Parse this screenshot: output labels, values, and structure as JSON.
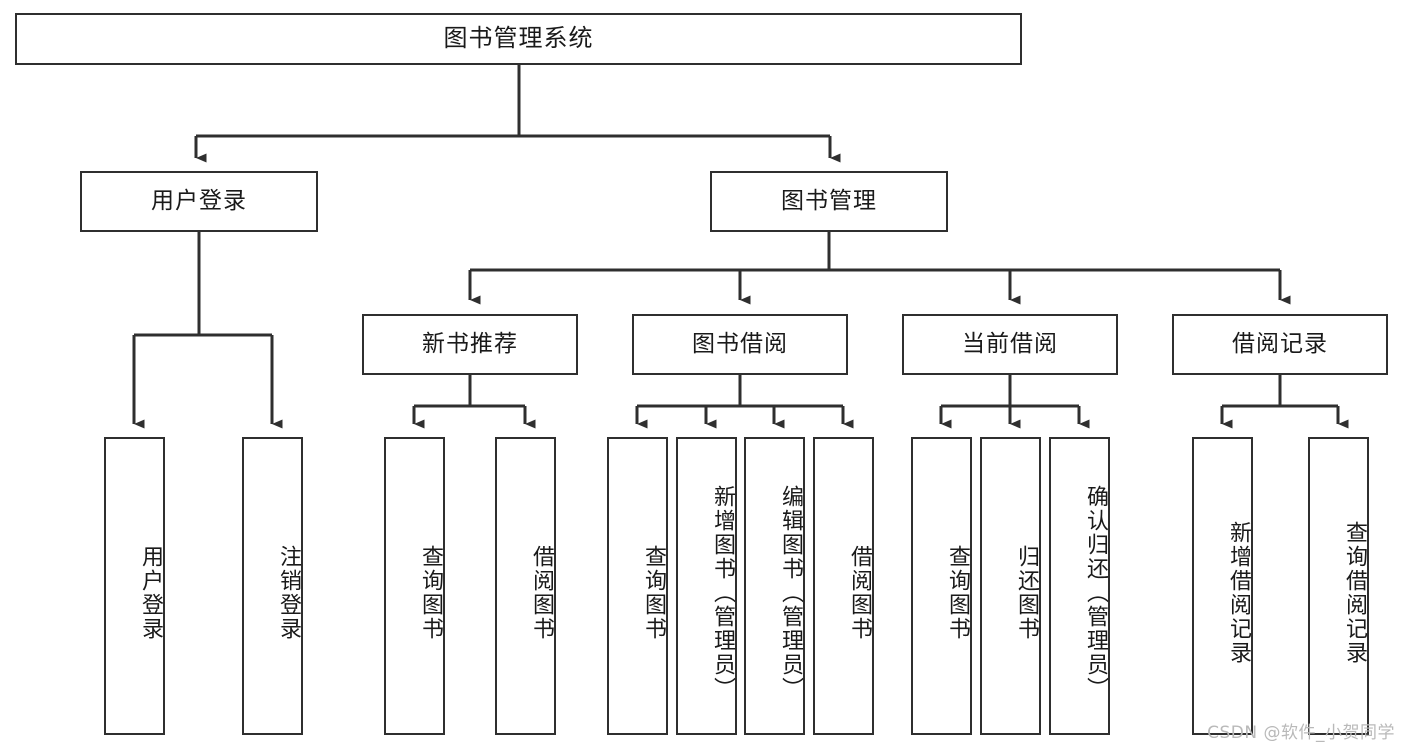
{
  "diagram": {
    "title": "图书管理系统",
    "watermark": "CSDN @软件_小贺同学",
    "line_color": "#2f2f2f",
    "box_fill": "#ffffff",
    "text_color": "#1a1a1a",
    "watermark_color": "#b9b9b9"
  },
  "nodes": {
    "root": {
      "label": "图书管理系统"
    },
    "level2": {
      "user_login": {
        "label": "用户登录"
      },
      "book_manage": {
        "label": "图书管理"
      }
    },
    "level3": {
      "new_book_rec": {
        "label": "新书推荐"
      },
      "book_borrow": {
        "label": "图书借阅"
      },
      "current_borrow": {
        "label": "当前借阅"
      },
      "borrow_record": {
        "label": "借阅记录"
      }
    },
    "leaves": {
      "user_login_1": {
        "label": "用户登录"
      },
      "user_login_2": {
        "label": "注销登录"
      },
      "new_book_1": {
        "label": "查询图书"
      },
      "new_book_2": {
        "label": "借阅图书"
      },
      "borrow_1": {
        "label": "查询图书"
      },
      "borrow_2": {
        "label": "新增图书（管理员）"
      },
      "borrow_3": {
        "label": "编辑图书（管理员）"
      },
      "borrow_4": {
        "label": "借阅图书"
      },
      "current_1": {
        "label": "查询图书"
      },
      "current_2": {
        "label": "归还图书"
      },
      "current_3": {
        "label": "确认归还（管理员）"
      },
      "record_1": {
        "label": "新增借阅记录"
      },
      "record_2": {
        "label": "查询借阅记录"
      }
    }
  },
  "chart_data": {
    "type": "tree-diagram",
    "title": "图书管理系统",
    "orientation": "top-down",
    "levels": 4,
    "tree": {
      "name": "图书管理系统",
      "children": [
        {
          "name": "用户登录",
          "children": [
            {
              "name": "用户登录",
              "children": []
            },
            {
              "name": "注销登录",
              "children": []
            }
          ]
        },
        {
          "name": "图书管理",
          "children": [
            {
              "name": "新书推荐",
              "children": [
                {
                  "name": "查询图书",
                  "children": []
                },
                {
                  "name": "借阅图书",
                  "children": []
                }
              ]
            },
            {
              "name": "图书借阅",
              "children": [
                {
                  "name": "查询图书",
                  "children": []
                },
                {
                  "name": "新增图书（管理员）",
                  "children": []
                },
                {
                  "name": "编辑图书（管理员）",
                  "children": []
                },
                {
                  "name": "借阅图书",
                  "children": []
                }
              ]
            },
            {
              "name": "当前借阅",
              "children": [
                {
                  "name": "查询图书",
                  "children": []
                },
                {
                  "name": "归还图书",
                  "children": []
                },
                {
                  "name": "确认归还（管理员）",
                  "children": []
                }
              ]
            },
            {
              "name": "借阅记录",
              "children": [
                {
                  "name": "新增借阅记录",
                  "children": []
                },
                {
                  "name": "查询借阅记录",
                  "children": []
                }
              ]
            }
          ]
        }
      ]
    }
  }
}
